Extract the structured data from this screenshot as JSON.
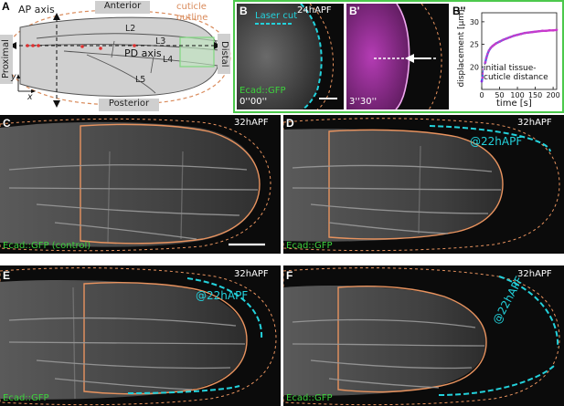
{
  "figure": {
    "panel_labels": {
      "A": "A",
      "B": "B",
      "Bp": "B'",
      "Bpp": "B''",
      "C": "C",
      "D": "D",
      "E": "E",
      "F": "F"
    },
    "panel_a": {
      "anterior": "Anterior",
      "posterior": "Posterior",
      "proximal": "Proximal",
      "distal": "Distal",
      "ap_axis": "AP axis",
      "pd_axis": "PD axis",
      "cuticle_outline": "cuticle\noutline",
      "veins": [
        "L2",
        "L3",
        "L4",
        "L5"
      ],
      "y_label": "y",
      "x_label": "x",
      "colors": {
        "cuticle": "#d98a5a",
        "wing_fill": "#d0d0d0",
        "veins": "#555555",
        "markers": "#e03030",
        "highlight": "#7fd87f"
      }
    },
    "panel_b": {
      "time_label": "24hAPF",
      "cut_label": "Laser cut",
      "marker_label": "Ecad::GFP",
      "timestamp": "0''00''"
    },
    "panel_bp": {
      "timestamp": "3''30''"
    },
    "panel_c": {
      "time_label": "32hAPF",
      "marker_label": "Ecad::GFP (control)"
    },
    "panel_d": {
      "time_label": "32hAPF",
      "cut_label": "@22hAPF",
      "marker_label": "Ecad::GFP"
    },
    "panel_e": {
      "time_label": "32hAPF",
      "cut_label": "@22hAPF",
      "marker_label": "Ecad::GFP"
    },
    "panel_f": {
      "time_label": "32hAPF",
      "cut_label": "@22hAPF",
      "marker_label": "Ecad::GFP"
    },
    "accent_colors": {
      "green_frame": "#4cc94c",
      "cyan": "#23d2dc",
      "magenta": "#d23ad2",
      "orange": "#e8935f"
    }
  },
  "chart_data": {
    "type": "line",
    "xlabel": "time [s]",
    "ylabel": "displacement [μm]",
    "xlim": [
      0,
      210
    ],
    "ylim": [
      15,
      32
    ],
    "xticks": [
      0,
      50,
      100,
      150,
      200
    ],
    "yticks": [
      20,
      25,
      30
    ],
    "annotation": "initial tissue-\ncuticle distance",
    "grid": false,
    "series": [
      {
        "x": [
          0,
          2,
          4,
          6,
          8,
          10,
          13,
          16,
          20,
          25,
          30,
          35,
          40,
          50,
          60,
          70,
          80,
          90,
          100,
          110,
          120,
          130,
          140,
          150,
          160,
          170,
          180,
          190,
          200,
          210
        ],
        "y": [
          16.8,
          17.6,
          18.5,
          19.4,
          20.2,
          21.0,
          22.0,
          22.8,
          23.6,
          24.2,
          24.6,
          24.9,
          25.2,
          25.6,
          26.0,
          26.3,
          26.6,
          26.9,
          27.1,
          27.3,
          27.5,
          27.6,
          27.7,
          27.8,
          27.9,
          28.0,
          28.0,
          28.1,
          28.1,
          28.2
        ]
      }
    ]
  }
}
